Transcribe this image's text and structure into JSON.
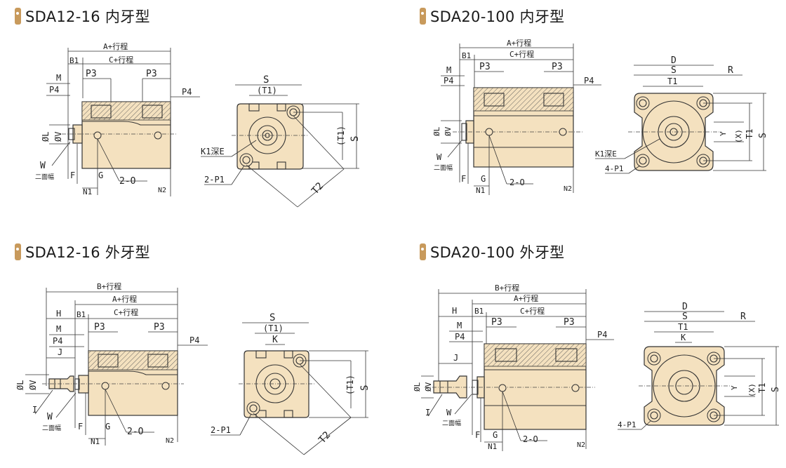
{
  "titles": {
    "tl": "SDA12-16 内牙型",
    "tr": "SDA20-100 内牙型",
    "bl": "SDA12-16 外牙型",
    "br": "SDA20-100 外牙型"
  },
  "labels": {
    "a_stroke": "A+行程",
    "b_stroke": "B+行程",
    "c_stroke": "C+行程",
    "b1": "B1",
    "m": "M",
    "p4": "P4",
    "p3": "P3",
    "h": "H",
    "j": "J",
    "i": "I",
    "s": "S",
    "t1_paren": "(T1)",
    "t1": "T1",
    "t2": "T2",
    "d": "D",
    "r": "R",
    "k": "K",
    "x_paren": "(X)",
    "y": "Y",
    "phi_l": "ØL",
    "phi_v": "ØV",
    "w": "W",
    "two_flat": "二面幅",
    "f": "F",
    "g": "G",
    "two_o": "2-O",
    "n1": "N1",
    "n2": "N2",
    "k1e": "K1深E",
    "two_p1": "2-P1",
    "four_p1": "4-P1"
  }
}
